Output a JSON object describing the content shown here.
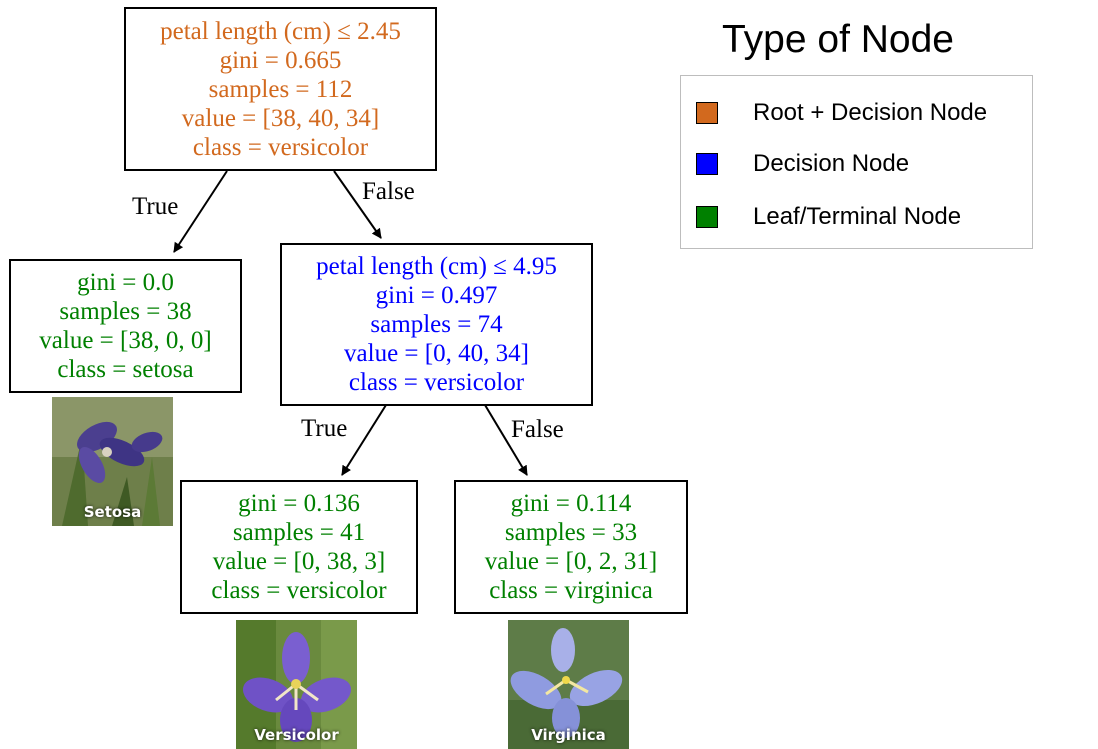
{
  "nodes": {
    "root": {
      "color": "#d2691e",
      "lines": [
        "petal length (cm) ≤ 2.45",
        "gini = 0.665",
        "samples = 112",
        "value = [38, 40, 34]",
        "class = versicolor"
      ]
    },
    "setosa": {
      "color": "#008000",
      "lines": [
        "gini = 0.0",
        "samples = 38",
        "value = [38, 0, 0]",
        "class = setosa"
      ]
    },
    "decision": {
      "color": "#0000ff",
      "lines": [
        "petal length (cm) ≤ 4.95",
        "gini = 0.497",
        "samples = 74",
        "value = [0, 40, 34]",
        "class = versicolor"
      ]
    },
    "versicolor": {
      "color": "#008000",
      "lines": [
        "gini = 0.136",
        "samples = 41",
        "value = [0, 38, 3]",
        "class = versicolor"
      ]
    },
    "virginica": {
      "color": "#008000",
      "lines": [
        "gini = 0.114",
        "samples = 33",
        "value = [0, 2, 31]",
        "class = virginica"
      ]
    }
  },
  "edges": {
    "root_true": "True",
    "root_false": "False",
    "decision_true": "True",
    "decision_false": "False"
  },
  "legend": {
    "title": "Type of Node",
    "items": [
      {
        "label": "Root + Decision Node",
        "color": "#d2691e"
      },
      {
        "label": "Decision Node",
        "color": "#0000ff"
      },
      {
        "label": "Leaf/Terminal Node",
        "color": "#008000"
      }
    ]
  },
  "photos": {
    "setosa": "Setosa",
    "versicolor": "Versicolor",
    "virginica": "Virginica"
  }
}
